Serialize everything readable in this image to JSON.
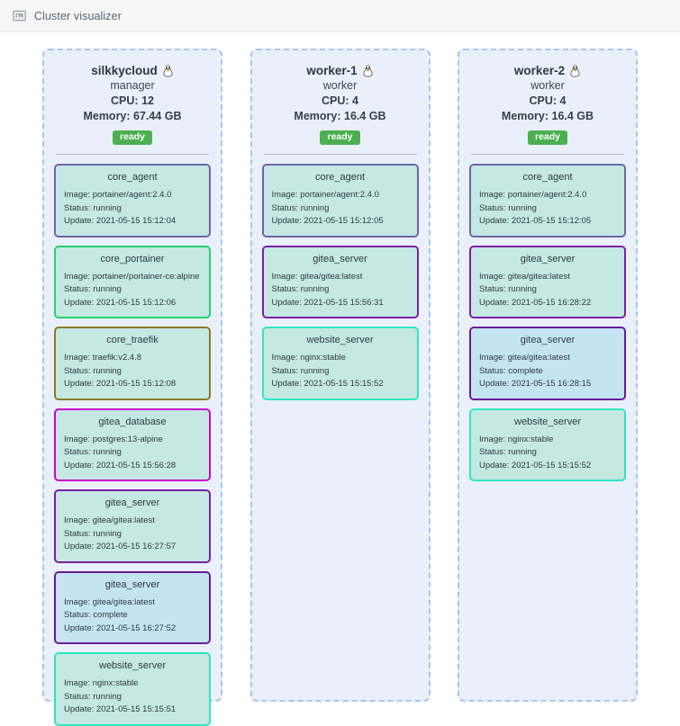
{
  "window": {
    "title": "Cluster visualizer",
    "icon": "visualizer-icon"
  },
  "labels": {
    "cpu_prefix": "CPU: ",
    "memory_prefix": "Memory: ",
    "image_prefix": "Image: ",
    "status_prefix": "Status: ",
    "update_prefix": "Update: "
  },
  "colors": {
    "page_background": "#ffffff",
    "topbar_background": "#f6f6f6",
    "node_background": "#e9f0fa",
    "node_border": "#a9c6ea",
    "badge_ready": "#4caf50",
    "card_running_background": "#c5e8e3",
    "card_complete_background": "#c5e4f2"
  },
  "nodes": [
    {
      "name": "silkkycloud",
      "os_icon": "linux-penguin-icon",
      "role": "manager",
      "cpu": "12",
      "memory": "67.44 GB",
      "status": "ready",
      "containers": [
        {
          "name": "core_agent",
          "image": "portainer/agent:2.4.0",
          "status": "running",
          "update": "2021-05-15 15:12:04",
          "border_color": "#6d66a9"
        },
        {
          "name": "core_portainer",
          "image": "portainer/portainer-ce:alpine",
          "status": "running",
          "update": "2021-05-15 15:12:06",
          "border_color": "#22d46b"
        },
        {
          "name": "core_traefik",
          "image": "traefik:v2.4.8",
          "status": "running",
          "update": "2021-05-15 15:12:08",
          "border_color": "#8a7a2a"
        },
        {
          "name": "gitea_database",
          "image": "postgres:13-alpine",
          "status": "running",
          "update": "2021-05-15 15:56:28",
          "border_color": "#cc00cc"
        },
        {
          "name": "gitea_server",
          "image": "gitea/gitea:latest",
          "status": "running",
          "update": "2021-05-15 16:27:57",
          "border_color": "#7b1fa2"
        },
        {
          "name": "gitea_server",
          "image": "gitea/gitea:latest",
          "status": "complete",
          "update": "2021-05-15 16:27:52",
          "border_color": "#6a1b9a"
        },
        {
          "name": "website_server",
          "image": "nginx:stable",
          "status": "running",
          "update": "2021-05-15 15:15:51",
          "border_color": "#2ee6c0"
        }
      ]
    },
    {
      "name": "worker-1",
      "os_icon": "linux-penguin-icon",
      "role": "worker",
      "cpu": "4",
      "memory": "16.4 GB",
      "status": "ready",
      "containers": [
        {
          "name": "core_agent",
          "image": "portainer/agent:2.4.0",
          "status": "running",
          "update": "2021-05-15 15:12:05",
          "border_color": "#6d66a9"
        },
        {
          "name": "gitea_server",
          "image": "gitea/gitea:latest",
          "status": "running",
          "update": "2021-05-15 15:56:31",
          "border_color": "#7b1fa2"
        },
        {
          "name": "website_server",
          "image": "nginx:stable",
          "status": "running",
          "update": "2021-05-15 15:15:52",
          "border_color": "#2ee6c0"
        }
      ]
    },
    {
      "name": "worker-2",
      "os_icon": "linux-penguin-icon",
      "role": "worker",
      "cpu": "4",
      "memory": "16.4 GB",
      "status": "ready",
      "containers": [
        {
          "name": "core_agent",
          "image": "portainer/agent:2.4.0",
          "status": "running",
          "update": "2021-05-15 15:12:05",
          "border_color": "#6d66a9"
        },
        {
          "name": "gitea_server",
          "image": "gitea/gitea:latest",
          "status": "running",
          "update": "2021-05-15 16:28:22",
          "border_color": "#7b1fa2"
        },
        {
          "name": "gitea_server",
          "image": "gitea/gitea:latest",
          "status": "complete",
          "update": "2021-05-15 16:28:15",
          "border_color": "#6a1b9a"
        },
        {
          "name": "website_server",
          "image": "nginx:stable",
          "status": "running",
          "update": "2021-05-15 15:15:52",
          "border_color": "#2ee6c0"
        }
      ]
    }
  ]
}
